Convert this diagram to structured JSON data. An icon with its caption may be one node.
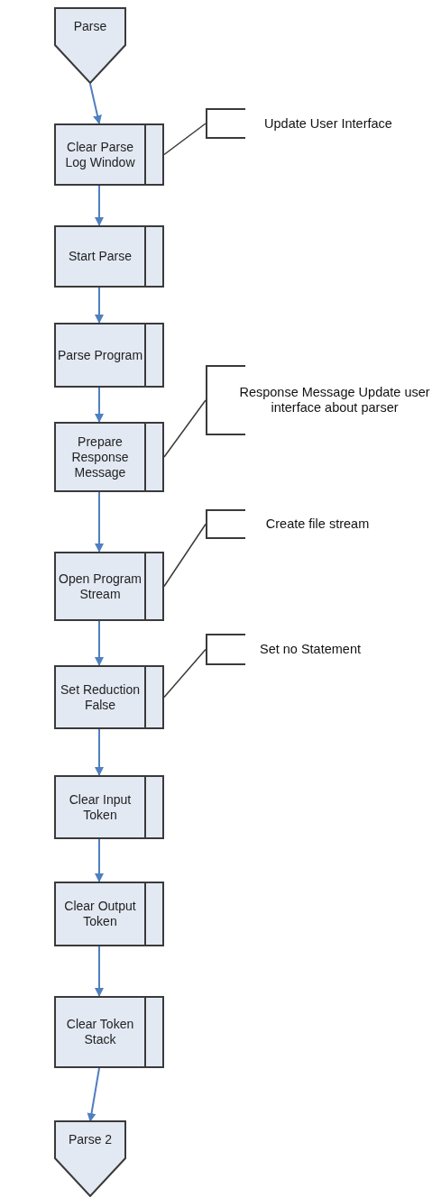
{
  "diagram": {
    "nodes": [
      {
        "text": [
          "Parse"
        ]
      },
      {
        "text": [
          "Clear Parse Log Window"
        ]
      },
      {
        "text": [
          "Start Parse"
        ]
      },
      {
        "text": [
          "Parse Program"
        ]
      },
      {
        "text": [
          "Prepare Response Message"
        ]
      },
      {
        "text": [
          "Open Program Stream"
        ]
      },
      {
        "text": [
          "Set Reduction False"
        ]
      },
      {
        "text": [
          "Clear Input Token"
        ]
      },
      {
        "text": [
          "Clear Output Token"
        ]
      },
      {
        "text": [
          "Clear Token Stack"
        ]
      },
      {
        "text": [
          "Parse 2"
        ]
      },
      {
        "text": [
          "Update User Interface"
        ]
      },
      {
        "text": [
          "Response Message Update user interface about parser"
        ]
      },
      {
        "text": [
          "Create file stream"
        ]
      },
      {
        "text": [
          "Set no Statement"
        ]
      }
    ],
    "edges": [
      {
        "from": 0,
        "to": 1,
        "arrow": "to"
      },
      {
        "from": 1,
        "to": 2,
        "arrow": "to"
      },
      {
        "from": 2,
        "to": 3,
        "arrow": "to"
      },
      {
        "from": 3,
        "to": 4,
        "arrow": "to"
      },
      {
        "from": 4,
        "to": 5,
        "arrow": "to"
      },
      {
        "from": 5,
        "to": 6,
        "arrow": "to"
      },
      {
        "from": 6,
        "to": 7,
        "arrow": "to"
      },
      {
        "from": 7,
        "to": 8,
        "arrow": "to"
      },
      {
        "from": 8,
        "to": 9,
        "arrow": "to"
      },
      {
        "from": 9,
        "to": 10,
        "arrow": "to"
      },
      {
        "from": 1,
        "to": 11,
        "arrow": "none",
        "color": "#3a3a3a"
      },
      {
        "from": 4,
        "to": 12,
        "arrow": "none",
        "color": "#3a3a3a"
      },
      {
        "from": 5,
        "to": 13,
        "arrow": "none",
        "color": "#3a3a3a"
      },
      {
        "from": 6,
        "to": 14,
        "arrow": "none",
        "color": "#3a3a3a"
      }
    ]
  }
}
